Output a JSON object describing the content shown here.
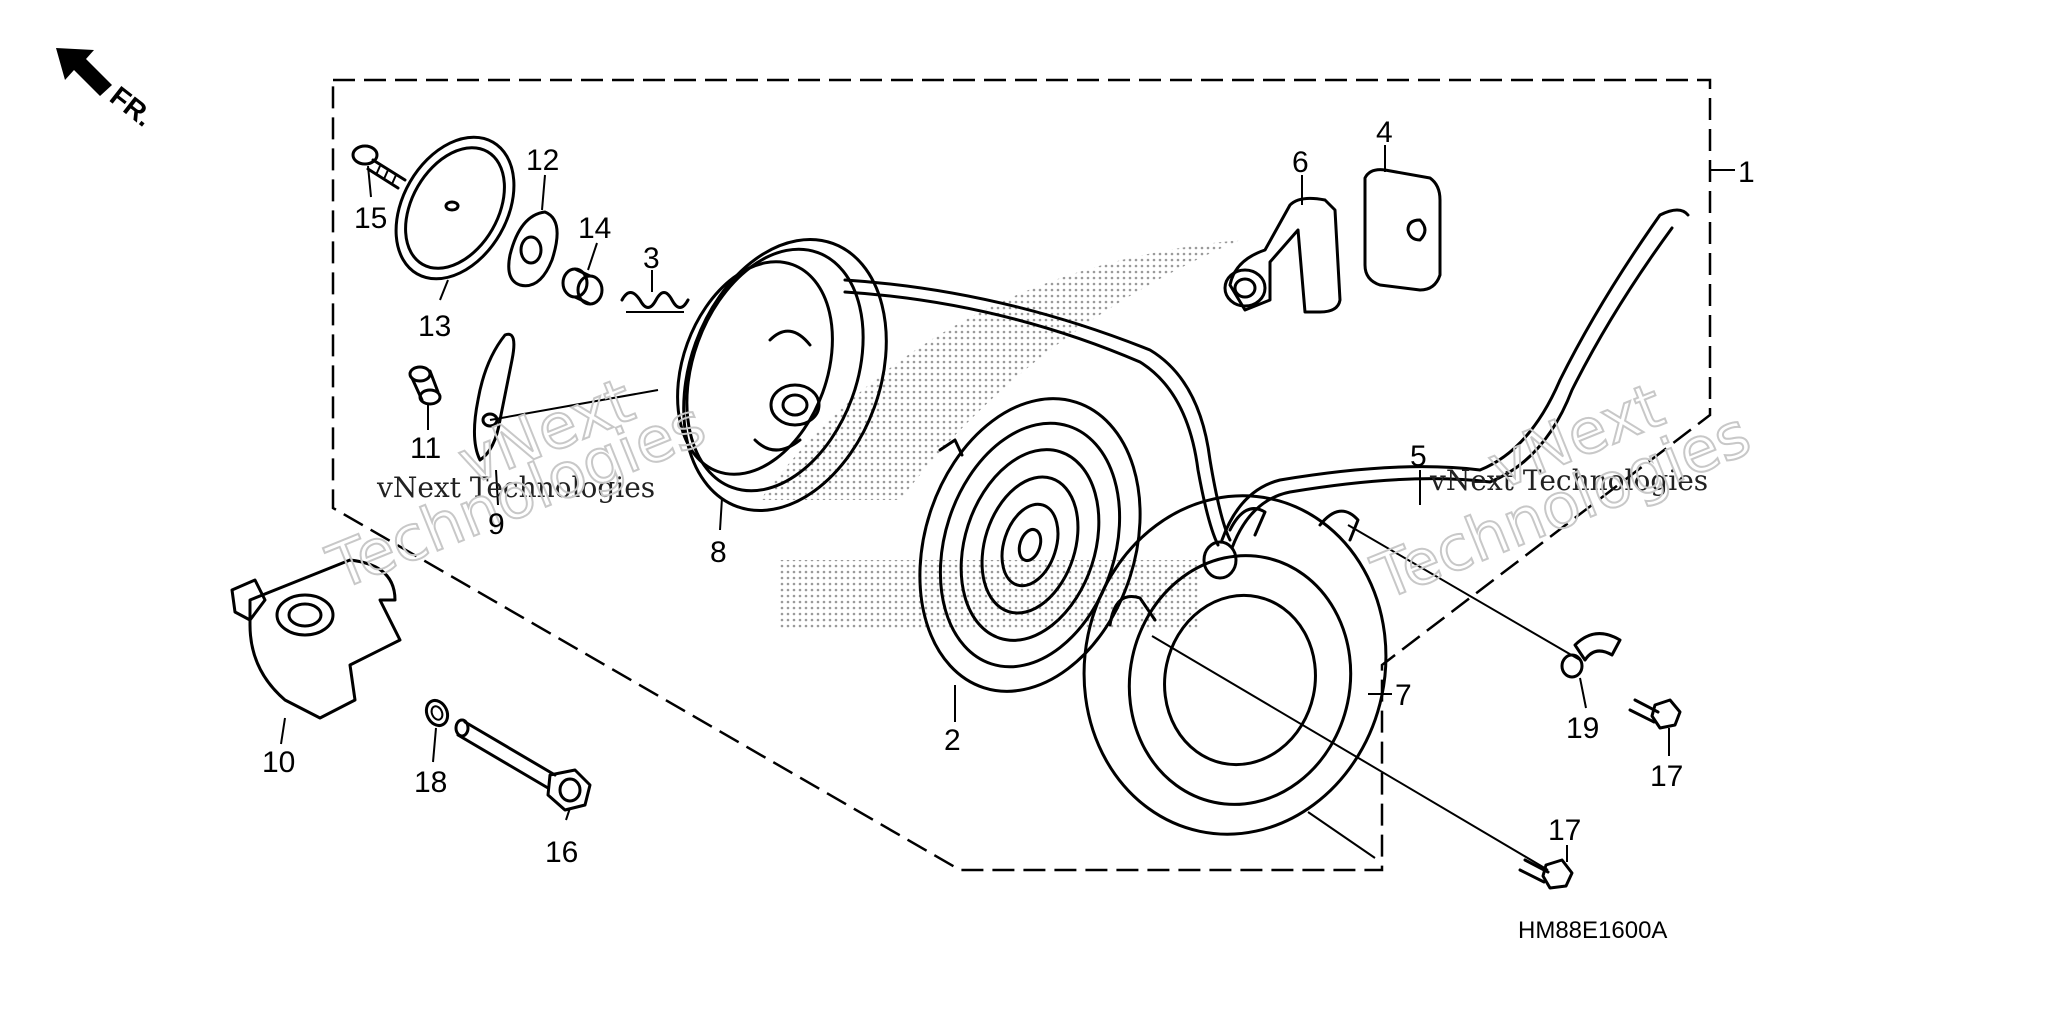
{
  "diagram": {
    "direction_label": "FR.",
    "figure_code": "HM88E1600A",
    "watermark": {
      "small_left": "vNext Technologies",
      "small_right": "vNext Technologies",
      "large_top_left": "vNext",
      "large_bottom_left": "Technologies",
      "large_top_right": "vNext",
      "large_bottom_right": "Technologies"
    },
    "part_numbers": [
      "1",
      "2",
      "3",
      "4",
      "5",
      "6",
      "7",
      "8",
      "9",
      "10",
      "11",
      "12",
      "13",
      "14",
      "15",
      "16",
      "17",
      "17",
      "18",
      "19"
    ]
  }
}
